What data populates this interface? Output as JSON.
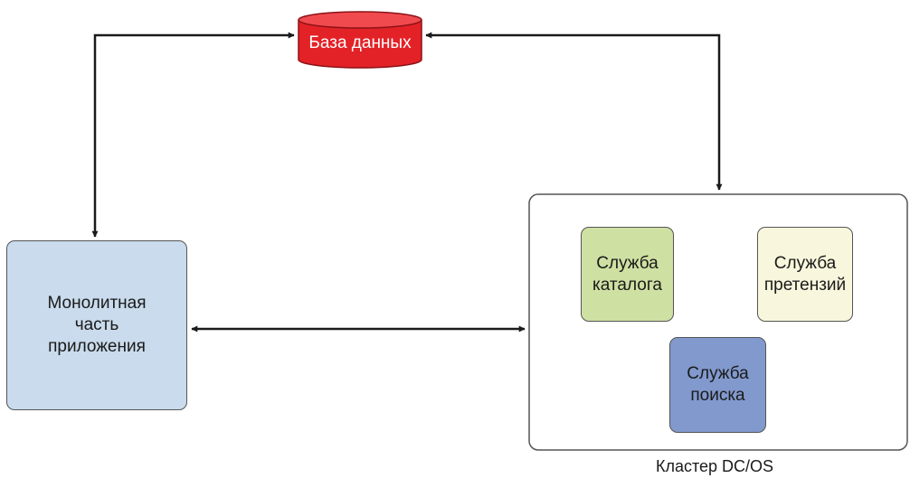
{
  "database": {
    "label": "База данных",
    "color": "#e32227"
  },
  "monolith": {
    "label": "Монолитная часть приложения",
    "color": "#c9dbec"
  },
  "cluster": {
    "label": "Кластер DC/OS"
  },
  "services": {
    "catalog": {
      "label": "Служба каталога",
      "color": "#cfe0a3"
    },
    "claims": {
      "label": "Служба претензий",
      "color": "#f8f6dc"
    },
    "search": {
      "label": "Служба поиска",
      "color": "#8199cd"
    }
  },
  "connections": [
    {
      "from": "monolith",
      "to": "database",
      "bidirectional": true
    },
    {
      "from": "database",
      "to": "cluster",
      "bidirectional": true
    },
    {
      "from": "monolith",
      "to": "cluster",
      "bidirectional": true
    }
  ]
}
